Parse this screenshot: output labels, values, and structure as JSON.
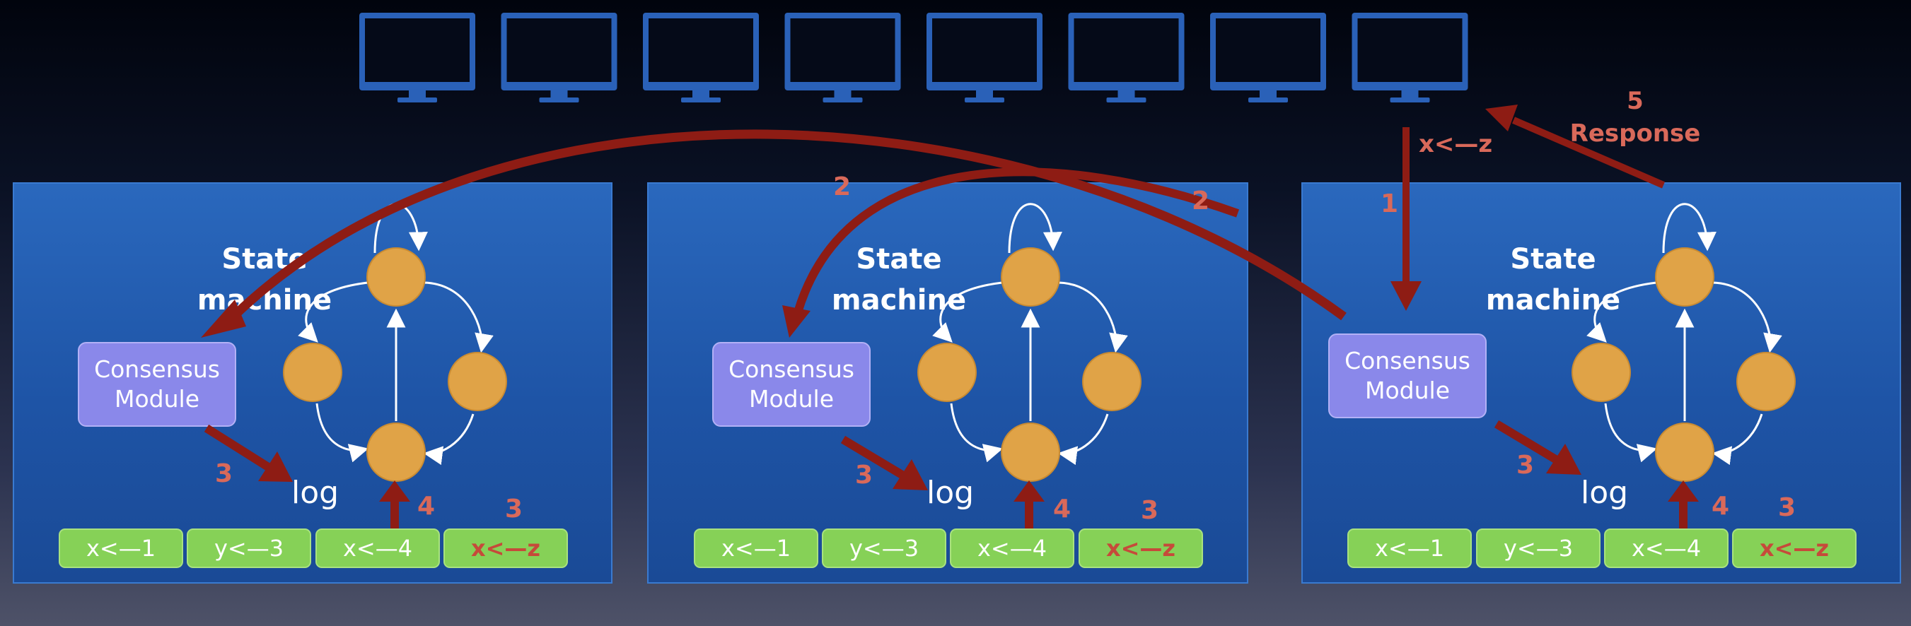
{
  "clients": {
    "count": 8
  },
  "servers": [
    {
      "state_machine": [
        "State",
        "machine"
      ],
      "consensus": [
        "Consensus",
        "Module"
      ],
      "log_label": "log",
      "log": [
        "x<—1",
        "y<—3",
        "x<—4",
        "x<—z"
      ],
      "step_log": "3",
      "step_apply": "4",
      "step_new_entry": "3"
    },
    {
      "state_machine": [
        "State",
        "machine"
      ],
      "consensus": [
        "Consensus",
        "Module"
      ],
      "log_label": "log",
      "log": [
        "x<—1",
        "y<—3",
        "x<—4",
        "x<—z"
      ],
      "step_log": "3",
      "step_apply": "4",
      "step_new_entry": "3"
    },
    {
      "state_machine": [
        "State",
        "machine"
      ],
      "consensus": [
        "Consensus",
        "Module"
      ],
      "log_label": "log",
      "log": [
        "x<—1",
        "y<—3",
        "x<—4",
        "x<—z"
      ],
      "step_log": "3",
      "step_apply": "4",
      "step_new_entry": "3"
    }
  ],
  "request": {
    "step": "1",
    "command": "x<—z"
  },
  "replication": {
    "step_a": "2",
    "step_b": "2"
  },
  "response": {
    "step": "5",
    "label": "Response"
  },
  "colors": {
    "monitor": "#2a61b8",
    "server_box": "#1f56a8",
    "consensus": "#8a88ea",
    "state_node": "#e0a347",
    "log_entry": "#86d157",
    "arrow": "#8e1c14",
    "step_label": "#d9695a"
  }
}
